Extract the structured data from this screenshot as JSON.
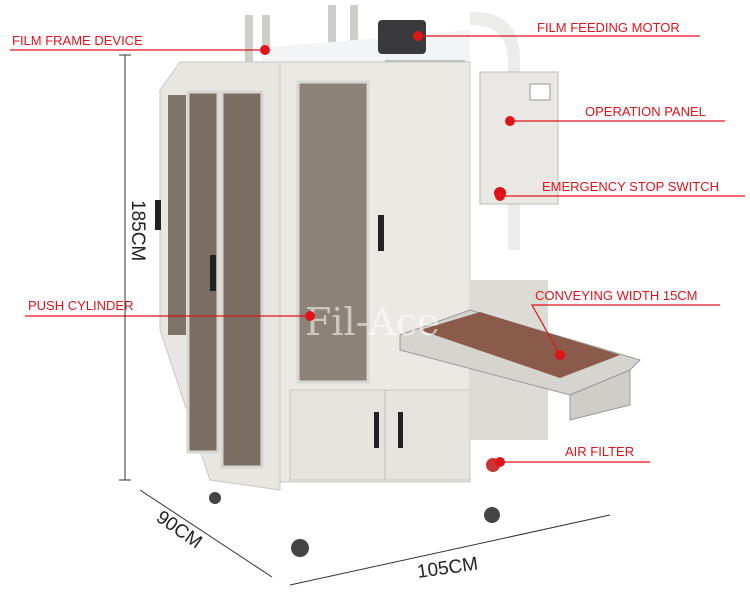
{
  "callouts": {
    "film_frame_device": "FILM FRAME DEVICE",
    "film_feeding_motor": "FILM FEEDING MOTOR",
    "operation_panel": "OPERATION PANEL",
    "emergency_stop_switch": "EMERGENCY STOP SWITCH",
    "conveying_width": "CONVEYING WIDTH 15CM",
    "push_cylinder": "PUSH CYLINDER",
    "air_filter": "AIR FILTER"
  },
  "dimensions": {
    "height": "185CM",
    "depth": "90CM",
    "width": "105CM"
  },
  "watermark": "Fil-Ace",
  "colors": {
    "callout": "#e0141b",
    "body": "#e6e4df",
    "glass": "#7a6e63"
  }
}
